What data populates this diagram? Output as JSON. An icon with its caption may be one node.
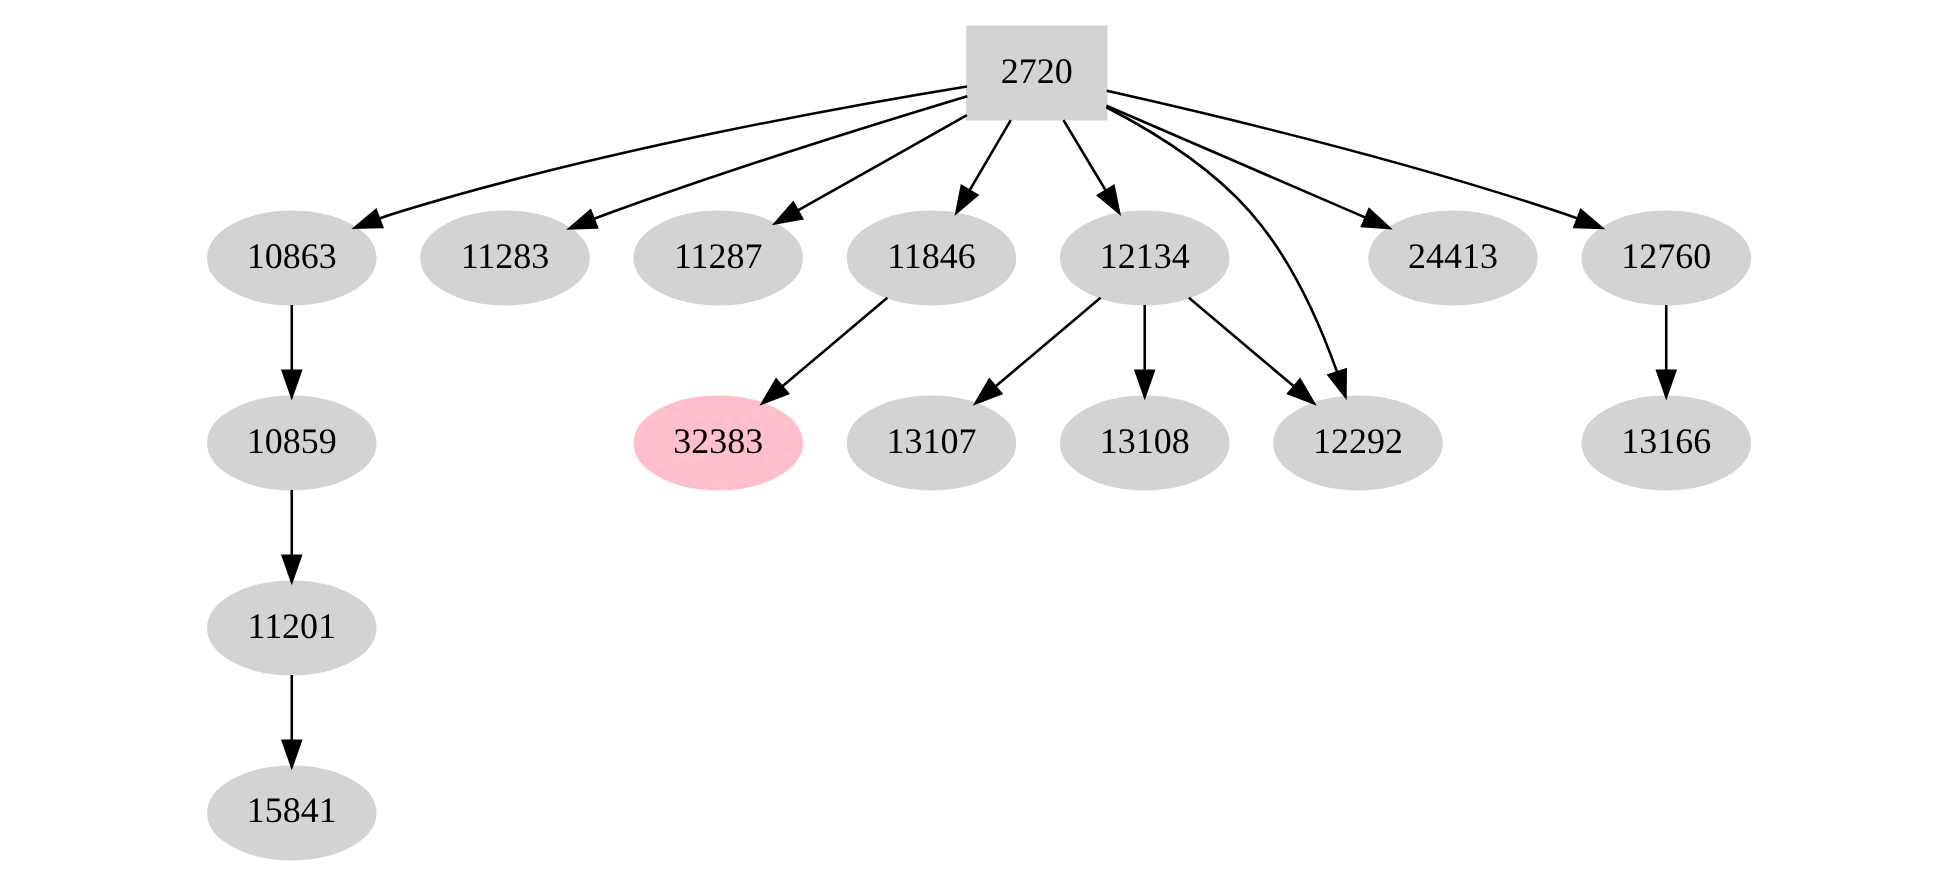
{
  "diagram": {
    "nodes": [
      {
        "text": [
          "2720"
        ]
      },
      {
        "text": [
          "10863"
        ]
      },
      {
        "text": [
          "11283"
        ]
      },
      {
        "text": [
          "11287"
        ]
      },
      {
        "text": [
          "11846"
        ]
      },
      {
        "text": [
          "12134"
        ]
      },
      {
        "text": [
          "12760"
        ]
      },
      {
        "text": [
          "24413"
        ]
      },
      {
        "text": [
          "10859"
        ]
      },
      {
        "text": [
          "32383"
        ]
      },
      {
        "text": [
          "12292"
        ]
      },
      {
        "text": [
          "13107"
        ]
      },
      {
        "text": [
          "13108"
        ]
      },
      {
        "text": [
          "13166"
        ]
      },
      {
        "text": [
          "11201"
        ]
      },
      {
        "text": [
          "15841"
        ]
      }
    ],
    "edges": [
      {
        "from": 0,
        "to": 1,
        "arrow": "to"
      },
      {
        "from": 0,
        "to": 2,
        "arrow": "to"
      },
      {
        "from": 0,
        "to": 3,
        "arrow": "to"
      },
      {
        "from": 0,
        "to": 4,
        "arrow": "to"
      },
      {
        "from": 0,
        "to": 10,
        "arrow": "to"
      },
      {
        "from": 0,
        "to": 5,
        "arrow": "to"
      },
      {
        "from": 0,
        "to": 6,
        "arrow": "to"
      },
      {
        "from": 0,
        "to": 7,
        "arrow": "to"
      },
      {
        "from": 1,
        "to": 8,
        "arrow": "to"
      },
      {
        "from": 4,
        "to": 9,
        "arrow": "to"
      },
      {
        "from": 5,
        "to": 10,
        "arrow": "to"
      },
      {
        "from": 5,
        "to": 11,
        "arrow": "to"
      },
      {
        "from": 5,
        "to": 12,
        "arrow": "to"
      },
      {
        "from": 6,
        "to": 13,
        "arrow": "to"
      },
      {
        "from": 8,
        "to": 14,
        "arrow": "to"
      },
      {
        "from": 14,
        "to": 15,
        "arrow": "to"
      }
    ]
  }
}
